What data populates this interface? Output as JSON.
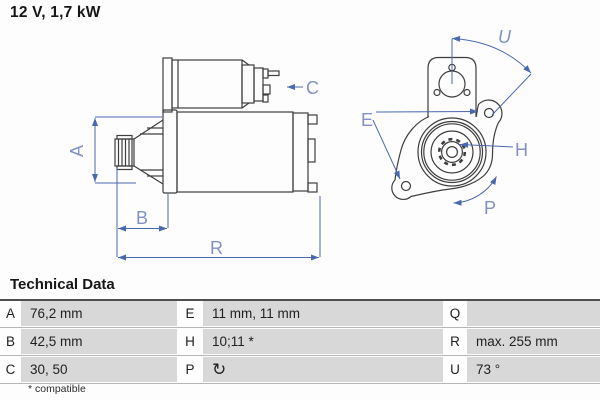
{
  "title": "12 V, 1,7 kW",
  "drawing": {
    "labels": {
      "A": "A",
      "B": "B",
      "C": "C",
      "R": "R",
      "E": "E",
      "H": "H",
      "P": "P",
      "U": "U"
    }
  },
  "technical_data": {
    "heading": "Technical Data",
    "rows": [
      [
        {
          "key": "A",
          "value": "76,2 mm"
        },
        {
          "key": "E",
          "value": "11 mm, 11 mm"
        },
        {
          "key": "Q",
          "value": ""
        }
      ],
      [
        {
          "key": "B",
          "value": "42,5 mm"
        },
        {
          "key": "H",
          "value": "10;11 *"
        },
        {
          "key": "R",
          "value": "max. 255 mm"
        }
      ],
      [
        {
          "key": "C",
          "value": "30, 50"
        },
        {
          "key": "P",
          "value": "",
          "icon_glyph": "↻"
        },
        {
          "key": "U",
          "value": "73 °"
        }
      ]
    ],
    "footnote": "* compatible"
  },
  "colors": {
    "dimension_blue": "#4a68ad",
    "outline_dark": "#3e3e3e",
    "cell_gray": "#d8d8d8"
  }
}
